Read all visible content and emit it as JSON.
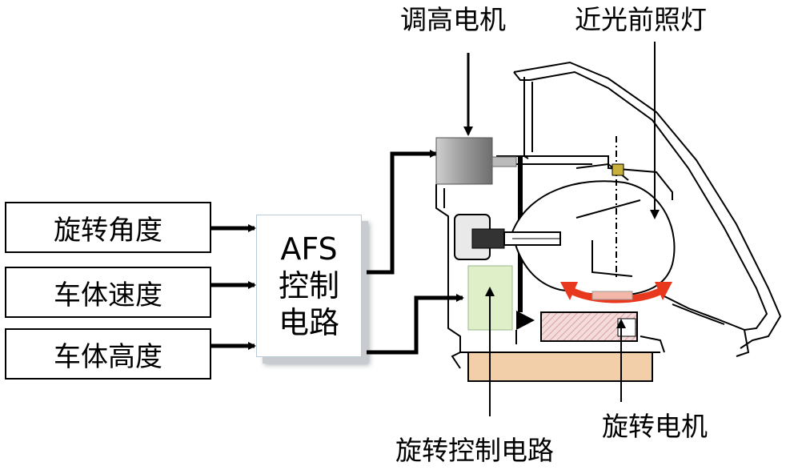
{
  "inputs": {
    "rotation_angle": "旋转角度",
    "body_speed": "车体速度",
    "body_height": "车体高度"
  },
  "controller": {
    "line1": "AFS",
    "line2": "控制",
    "line3": "电路"
  },
  "labels": {
    "leveling_motor": "调高电机",
    "low_beam": "近光前照灯",
    "swivel_motor": "旋转电机",
    "swivel_control_circuit": "旋转控制电路"
  },
  "colors": {
    "swivel_arrow": "#e8391e",
    "control_board": "#dff0c8",
    "motor_base": "#e8a860",
    "leveling_motor": "#9a9a9a"
  }
}
